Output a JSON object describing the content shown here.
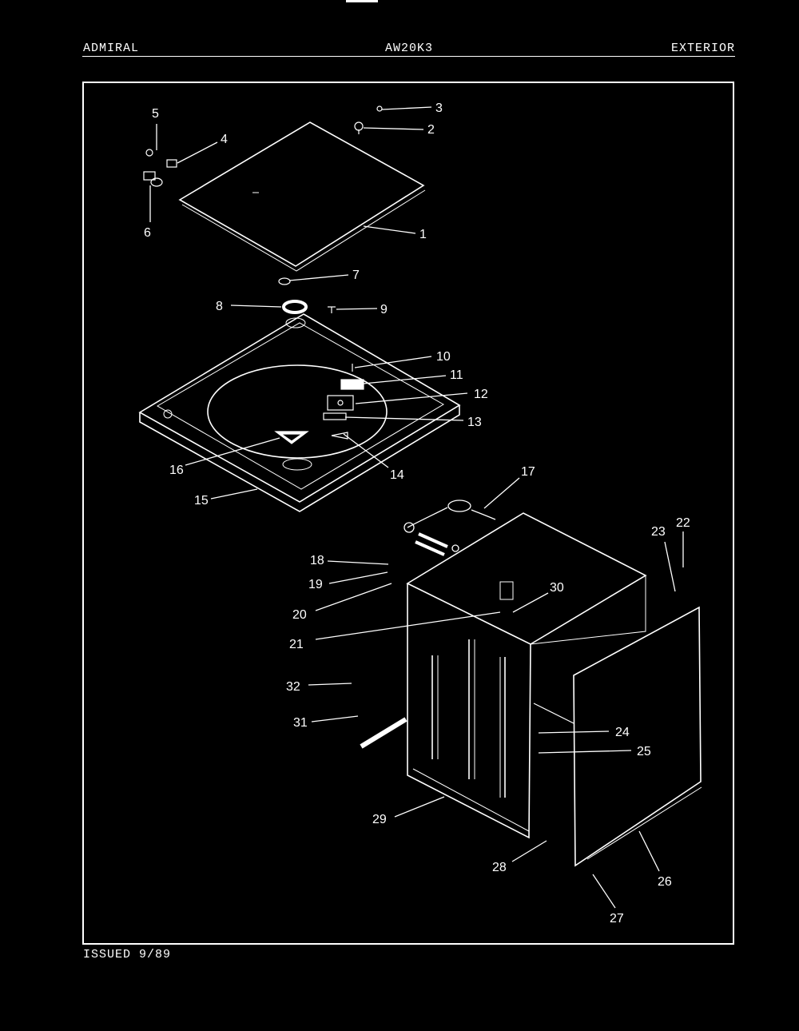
{
  "header": {
    "brand": "ADMIRAL",
    "model": "AW20K3",
    "section": "EXTERIOR"
  },
  "footer": {
    "issued": "ISSUED 9/89"
  },
  "callouts": [
    "1",
    "2",
    "3",
    "4",
    "5",
    "6",
    "7",
    "8",
    "9",
    "10",
    "11",
    "12",
    "13",
    "14",
    "15",
    "16",
    "17",
    "18",
    "19",
    "20",
    "21",
    "22",
    "23",
    "24",
    "25",
    "26",
    "27",
    "28",
    "29",
    "30",
    "31",
    "32"
  ]
}
